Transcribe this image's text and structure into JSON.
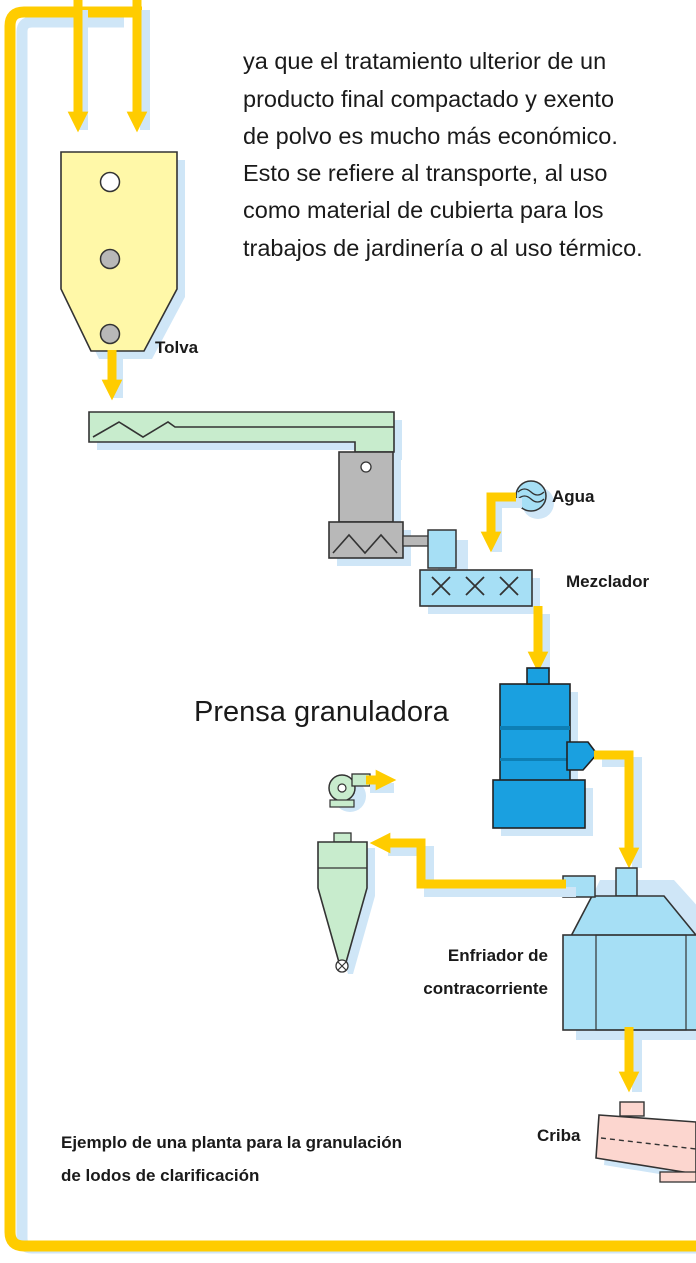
{
  "intro_text": {
    "lines": [
      "",
      "ya que el tratamiento ulterior de un",
      "producto final compactado y exento",
      "de polvo es mucho más económico.",
      "Esto se refiere al transporte, al uso",
      "como material de cubierta para los",
      "trabajos de jardinería o al uso térmico."
    ]
  },
  "labels": {
    "hopper": "Tolva",
    "water": "Agua",
    "mixer": "Mezclador",
    "press": "Prensa granuladora",
    "cooler_line1": "Enfriador de",
    "cooler_line2": "contracorriente",
    "sieve": "Criba"
  },
  "caption": {
    "line1": "Ejemplo de una planta para la granulación",
    "line2": "de lodos de clarificación"
  },
  "colors": {
    "flow_arrow": "#ffcc00",
    "shadow": "#cfe6f7",
    "hopper": "#fff8a8",
    "conveyor": "#c8eccd",
    "mixer": "#a6dff5",
    "press": "#1aa0e0",
    "cooler": "#a6dff5",
    "cyclone": "#c8eccd",
    "sieve": "#fcd6cf",
    "gear_unit": "#b8b8b8"
  }
}
